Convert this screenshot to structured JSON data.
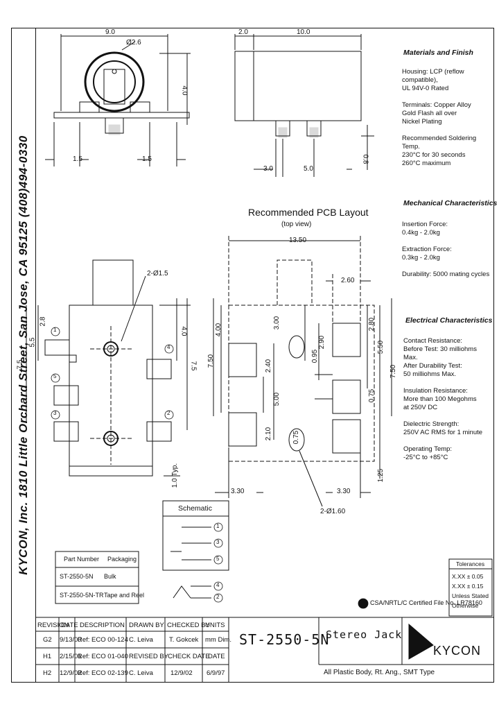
{
  "address": "KYCON, Inc. 1810 Little Orchard Street, San Jose, CA 95125 (408)494-0330",
  "front_view": {
    "width": "9.0",
    "hole": "Ø2.6",
    "height": "4.0",
    "left_pad": "1.5",
    "right_pad": "1.5"
  },
  "side_view": {
    "d1": "2.0",
    "d2": "10.0",
    "d3": "3.0",
    "d4": "5.0",
    "d5": "0.8"
  },
  "pcb_layout": {
    "title": "Recommended PCB Layout",
    "subtitle": "(top view)",
    "w": "13.50",
    "pad_w": "2.60",
    "d_400": "4.00",
    "d_750": "7.50",
    "d_240": "2.40",
    "d_210": "2.10",
    "d_300": "3.00",
    "d_500": "5.00",
    "d_075": "0.75",
    "d_095": "0.95",
    "d_290": "2.90",
    "d_280": "2.80",
    "d_550": "5.50",
    "d_750b": "7.50",
    "d_075b": "0.75",
    "d_125": "1.25",
    "left_330": "3.30",
    "right_330": "3.30",
    "hole": "2-Ø1.60"
  },
  "bottom_view": {
    "hole": "2-Ø1.5",
    "d28": "2.8",
    "d55": "5.5",
    "d75l": "7.5",
    "d40": "4.0",
    "d75r": "7.5",
    "typ": "1.0 Typ.",
    "p1": "1",
    "p2": "2",
    "p3": "3",
    "p4": "4",
    "p5": "5"
  },
  "materials": {
    "title": "Materials and Finish",
    "lines": [
      "Housing: LCP (reflow compatible),",
      "  UL 94V-0 Rated",
      "",
      "Terminals: Copper Alloy",
      "  Gold Flash all over",
      "  Nickel Plating",
      "",
      "Recommended Soldering Temp.",
      "  230°C for 30 seconds",
      "  260°C maximum"
    ]
  },
  "mechanical": {
    "title": "Mechanical Characteristics",
    "lines": [
      "Insertion Force:",
      "  0.4kg - 2.0kg",
      "",
      "Extraction Force:",
      "  0.3kg - 2.0kg",
      "",
      "Durability: 5000 mating cycles"
    ]
  },
  "electrical": {
    "title": "Electrical Characteristics",
    "lines": [
      "Contact Resistance:",
      "  Before Test: 30 milliohms Max.",
      "  After Durability Test:",
      "    50 milliohms Max.",
      "",
      "Insulation Resistance:",
      "  More than 100 Megohms",
      "  at 250V DC",
      "",
      "Dielectric Strength:",
      "  250V AC RMS for 1 minute",
      "",
      "Operating Temp:",
      "  -25°C to +85°C"
    ]
  },
  "tolerances": {
    "title": "Tolerances",
    "l1": "X.XX ± 0.05",
    "l2": "X.XX ± 0.15",
    "l3": "Unless Stated",
    "l4": "Otherwise"
  },
  "schematic": {
    "title": "Schematic",
    "pins": [
      "1",
      "3",
      "5",
      "4",
      "2"
    ]
  },
  "parts": {
    "h1": "Part Number",
    "h2": "Packaging",
    "rows": [
      [
        "ST-2550-5N",
        "Bulk"
      ],
      [
        "ST-2550-5N-TR",
        "Tape and Reel"
      ]
    ]
  },
  "cert": "CSA/NRTL/C Certified File No. LR78160",
  "title_block": {
    "headers": [
      "REVISION",
      "DATE",
      "DESCRIPTION",
      "DRAWN BY",
      "CHECKED BY",
      "UNITS"
    ],
    "rows": [
      [
        "G2",
        "9/13/00",
        "Ref: ECO 00-124",
        "C. Leiva",
        "T. Gokcek",
        "mm Dim."
      ],
      [
        "H1",
        "2/15/01",
        "Ref: ECO 01-040",
        "REVISED BY",
        "CHECK DATE",
        "DATE"
      ],
      [
        "H2",
        "12/9/02",
        "Ref: ECO 02-139",
        "C. Leiva",
        "12/9/02",
        "6/9/97"
      ]
    ],
    "part_number": "ST-2550-5N",
    "name": "Stereo Jack",
    "desc": "All Plastic Body, Rt. Ang., SMT Type",
    "logo": "KYCON"
  }
}
